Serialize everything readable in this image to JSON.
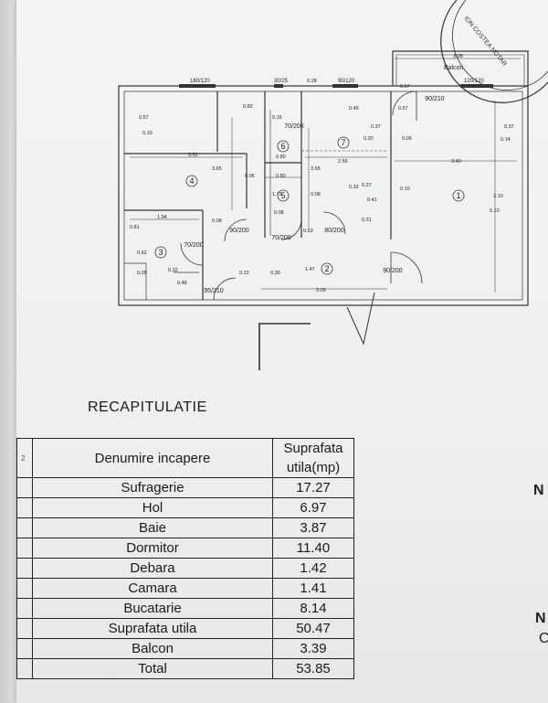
{
  "plan": {
    "balcony_label": "Balcon",
    "notary_stamp_text": "ION COSTEA NOTAR",
    "room_numbers": [
      "1",
      "2",
      "3",
      "4",
      "5",
      "6",
      "7"
    ],
    "door_labels": [
      "90/210",
      "70/200",
      "90/200",
      "70/200",
      "80/200",
      "70/200",
      "95/210",
      "90/200"
    ],
    "dimensions": [
      "3.52",
      "3.65",
      "1.94",
      "0.82",
      "0.16",
      "0.57",
      "0.80",
      "0.80",
      "0.06",
      "0.08",
      "0.08",
      "2.55",
      "3.65",
      "3.40",
      "3.10",
      "0.45",
      "0.57",
      "0.57",
      "0.37",
      "0.37",
      "0.20",
      "0.06",
      "0.27",
      "0.10",
      "0.14",
      "0.41",
      "0.32",
      "0.31",
      "0.63",
      "1.72",
      "0.08",
      "0.22",
      "0.30",
      "3.09",
      "1.47",
      "0.81",
      "0.62",
      "0.28",
      "0.32",
      "0.48",
      "5.10",
      "3.08",
      "0.28",
      "0.15"
    ],
    "window_labels": [
      "180/120",
      "90/120",
      "120/120",
      "30/25"
    ]
  },
  "recap": {
    "title": "RECAPITULATIE",
    "header_nr": "2",
    "header_name": "Denumire incapere",
    "header_value": "Suprafata utila(mp)",
    "rows": [
      {
        "name": "Sufragerie",
        "value": "17.27"
      },
      {
        "name": "Hol",
        "value": "6.97"
      },
      {
        "name": "Baie",
        "value": "3.87"
      },
      {
        "name": "Dormitor",
        "value": "11.40"
      },
      {
        "name": "Debara",
        "value": "1.42"
      },
      {
        "name": "Camara",
        "value": "1.41"
      },
      {
        "name": "Bucatarie",
        "value": "8.14"
      },
      {
        "name": "Suprafata utila",
        "value": "50.47"
      },
      {
        "name": "Balcon",
        "value": "3.39"
      },
      {
        "name": "Total",
        "value": "53.85"
      }
    ]
  },
  "side_fragments": [
    "N",
    "N",
    "C"
  ]
}
